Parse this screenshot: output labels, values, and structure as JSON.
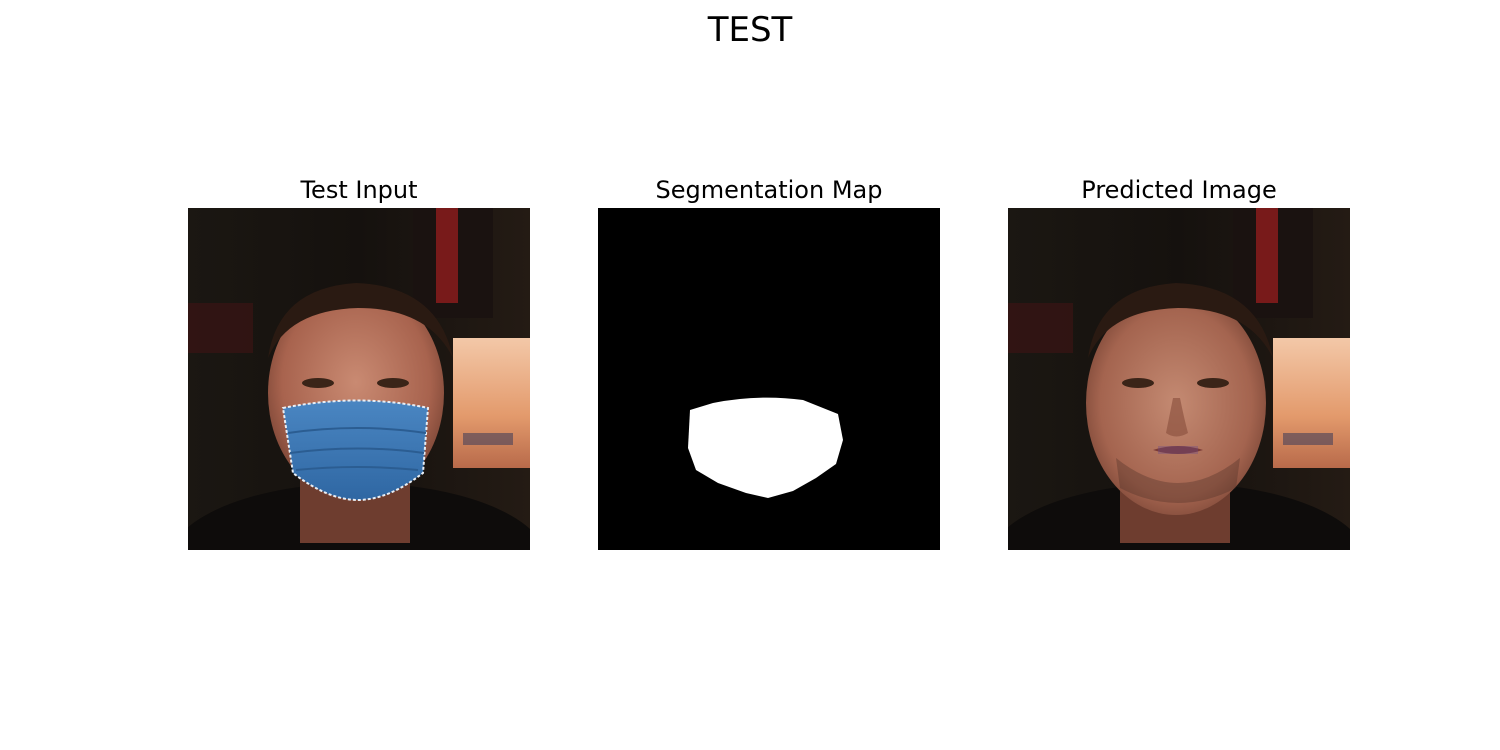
{
  "figure": {
    "title": "TEST"
  },
  "panels": [
    {
      "title": "Test Input"
    },
    {
      "title": "Segmentation Map"
    },
    {
      "title": "Predicted Image"
    }
  ],
  "colors": {
    "mask": "#3a77b3",
    "segmentation_foreground": "#ffffff",
    "segmentation_background": "#000000"
  }
}
